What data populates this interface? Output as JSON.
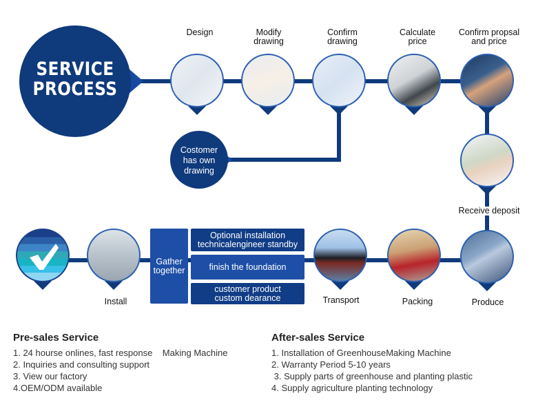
{
  "title": {
    "line1": "SERVICE",
    "line2": "PROCESS"
  },
  "colors": {
    "primary": "#0f3a7c",
    "accent": "#1749a0",
    "box_light": "#1e4fa6"
  },
  "top_steps": [
    {
      "label_1": "Design",
      "label_2": "",
      "icon": "blueprint-ruler-image"
    },
    {
      "label_1": "Modify",
      "label_2": "drawing",
      "icon": "hands-drawing-image"
    },
    {
      "label_1": "Confirm",
      "label_2": "drawing",
      "icon": "rolled-blueprint-image"
    },
    {
      "label_1": "Calculate",
      "label_2": "price",
      "icon": "calculator-image"
    },
    {
      "label_1": "Confirm propsal",
      "label_2": "and price",
      "icon": "handshake-image"
    }
  ],
  "customer_node": {
    "line1": "Costomer",
    "line2": "has own",
    "line3": "drawing"
  },
  "deposit": {
    "label": "Receive deposit",
    "icon": "money-handover-image"
  },
  "bottom_steps": {
    "produce": "Produce",
    "packing": "Packing",
    "transport": "Transport",
    "install": "Install",
    "done_icon": "checkmark-icon"
  },
  "gather": {
    "line1": "Gather",
    "line2": "together"
  },
  "options": [
    {
      "line1": "Optional installation",
      "line2": "technicalengineer standby"
    },
    {
      "line1": "finish the foundation",
      "line2": ""
    },
    {
      "line1": "customer product",
      "line2": "custom dearance"
    }
  ],
  "pre_sales": {
    "heading": "Pre-sales Service",
    "items": [
      "1. 24 hourse onlines, fast response    Making Machine",
      "2. Inquiries and consulting support",
      "3. View our factory",
      "4.OEM/ODM available"
    ]
  },
  "after_sales": {
    "heading": "After-sales Service",
    "items": [
      "1. Installation of GreenhouseMaking Machine",
      "2. Warranty Period 5-10 years",
      " 3. Supply parts of greenhouse and planting plastic",
      "4. Supply agriculture planting technology"
    ]
  }
}
